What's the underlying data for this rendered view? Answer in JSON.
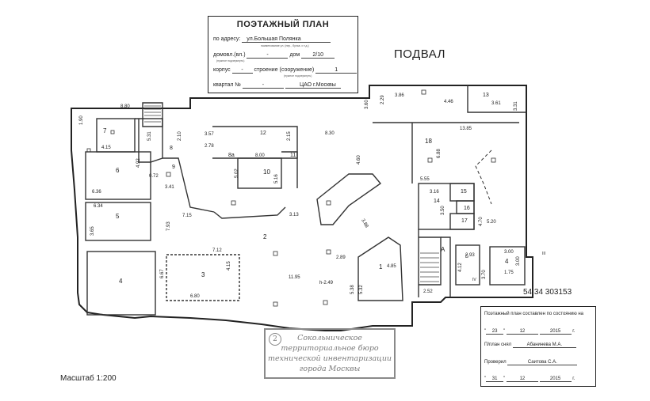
{
  "header": {
    "title": "ПОЭТАЖНЫЙ ПЛАН",
    "address_label": "по адресу:",
    "address_value": "ул.Большая Полянка",
    "address_sub": "наименование ул. (пер., бульв. и т.д.)",
    "house_label": "домовл.(вл.)",
    "house_value": "-",
    "dom_label": "дом",
    "dom_value": "2/10",
    "house_sub": "(нужное подчеркнуть)",
    "korpus_label": "корпус",
    "korpus_value": "-",
    "stroenie_label": "строение (сооружение)",
    "stroenie_value": "1",
    "stroenie_sub": "(нужное подчеркнуть)",
    "kvartal_label": "квартал №",
    "kvartal_value": "-",
    "district": "ЦАО г.Москвы"
  },
  "floor_title": "ПОДВАЛ",
  "inventory_code": "54 34 303153",
  "scale": "Масштаб 1:200",
  "stamp": {
    "num": "2",
    "lines": [
      "Сокольническое",
      "территориальное бюро",
      "технической инвентаризации",
      "города Москвы"
    ]
  },
  "info": {
    "line1": "Поэтажный план составлен по состоянию на",
    "date1": [
      "23",
      "12",
      "2015"
    ],
    "year_suffix": "г.",
    "made_label": "П/план снял",
    "made_by": "Абанинева М.А.",
    "checked_label": "Проверил",
    "checked_by": "Саитова С.А.",
    "date2": [
      "31",
      "12",
      "2015"
    ]
  },
  "rooms": [
    "1",
    "2",
    "3",
    "4",
    "4",
    "5",
    "6",
    "7",
    "8",
    "8а",
    "9",
    "10",
    "11",
    "12",
    "13",
    "14",
    "15",
    "16",
    "17",
    "18",
    "А",
    "Б",
    "IV",
    "III",
    "h-2.49"
  ],
  "dimensions": [
    "8.80",
    "1.90",
    "5.31",
    "2.10",
    "4.15",
    "4.92",
    "0.72",
    "6.36",
    "3.41",
    "6.34",
    "3.65",
    "7.15",
    "7.93",
    "3.57",
    "2.78",
    "2.15",
    "8.00",
    "5.02",
    "5.16",
    "3.13",
    "8.30",
    "4.60",
    "3.60",
    "2.29",
    "3.86",
    "4.46",
    "3.61",
    "3.31",
    "13.85",
    "6.88",
    "5.55",
    "3.16",
    "3.50",
    "4.70",
    "5.20",
    "3.88",
    "7.12",
    "4.15",
    "6.67",
    "6.80",
    "2.89",
    "11.95",
    "4.85",
    "5.38",
    "5.32",
    "2.52",
    "2.93",
    "4.12",
    "3.70",
    "3.00",
    "3.00",
    "1.75"
  ]
}
